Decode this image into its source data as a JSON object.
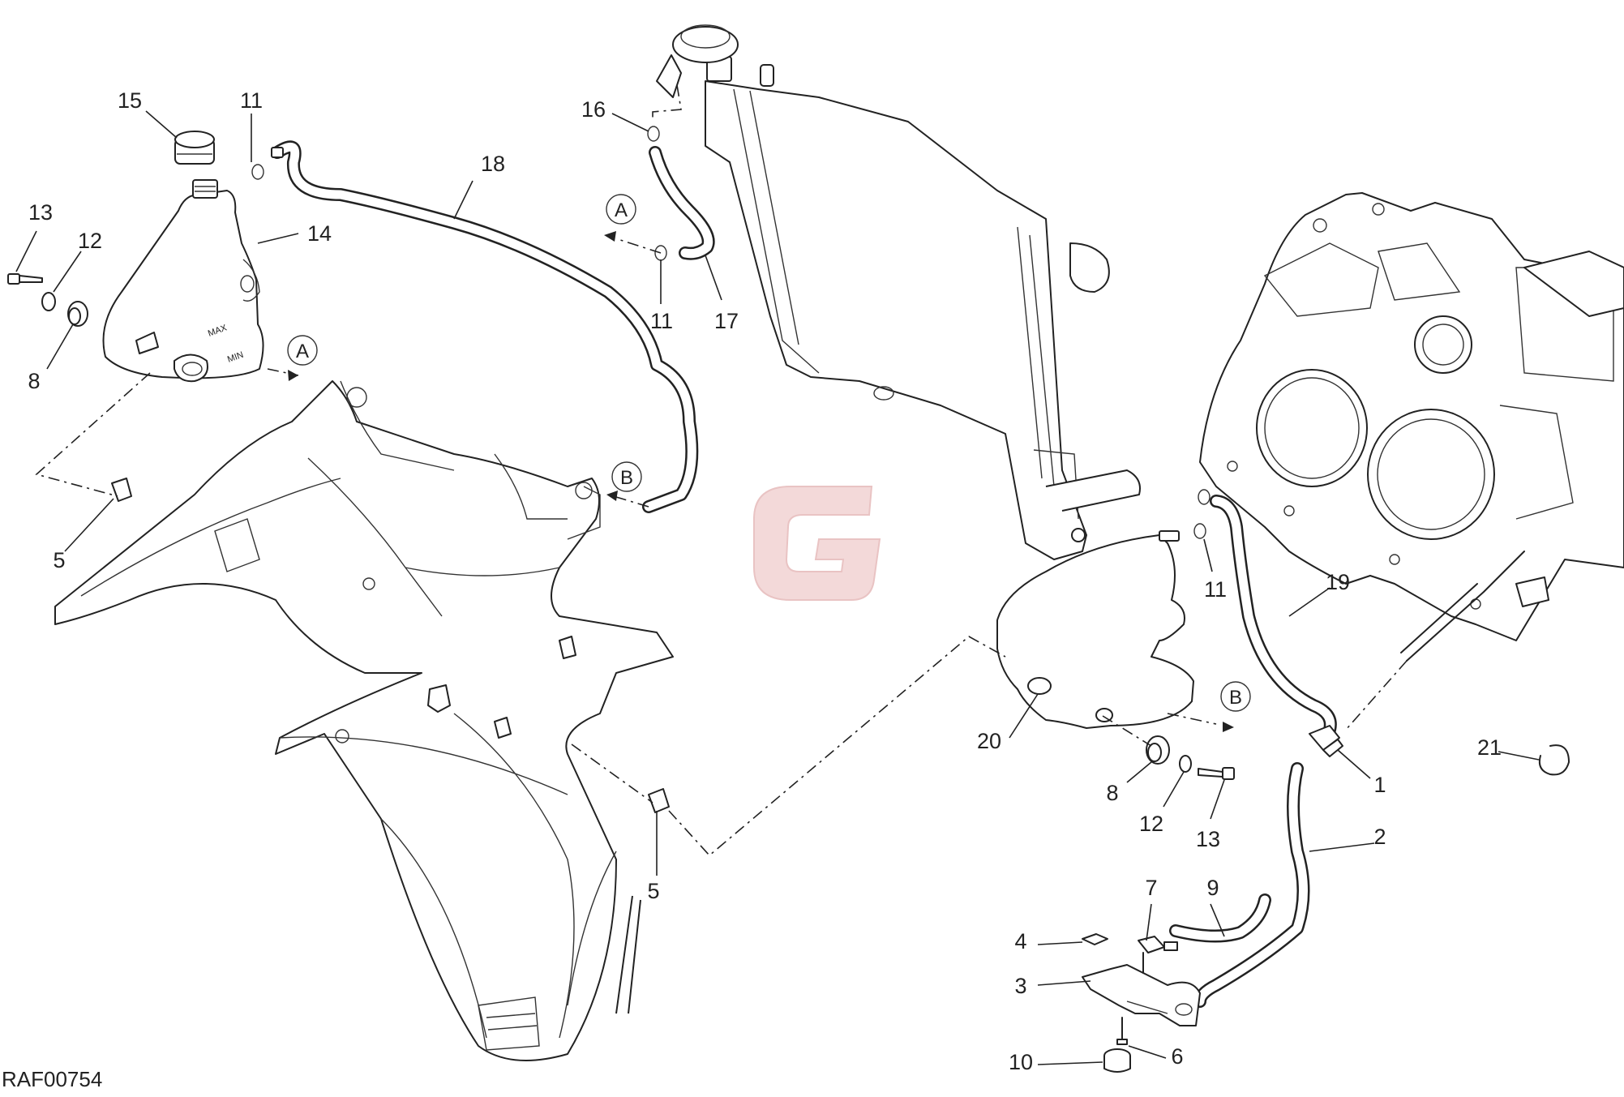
{
  "drawing_code": "RAF00754",
  "watermark_logo": "G",
  "reference_letters": {
    "a": "A",
    "b": "B"
  },
  "callouts": {
    "c1": "1",
    "c2": "2",
    "c3": "3",
    "c4": "4",
    "c5a": "5",
    "c5b": "5",
    "c6": "6",
    "c7": "7",
    "c8a": "8",
    "c8b": "8",
    "c9": "9",
    "c10": "10",
    "c11a": "11",
    "c11b": "11",
    "c11c": "11",
    "c12a": "12",
    "c12b": "12",
    "c13a": "13",
    "c13b": "13",
    "c14": "14",
    "c15": "15",
    "c16": "16",
    "c17": "17",
    "c18": "18",
    "c19": "19",
    "c20": "20",
    "c21": "21"
  },
  "tank_marks": {
    "max": "MAX",
    "min": "MIN"
  },
  "colors": {
    "line": "#222222",
    "logo": "#f3d9d9"
  }
}
